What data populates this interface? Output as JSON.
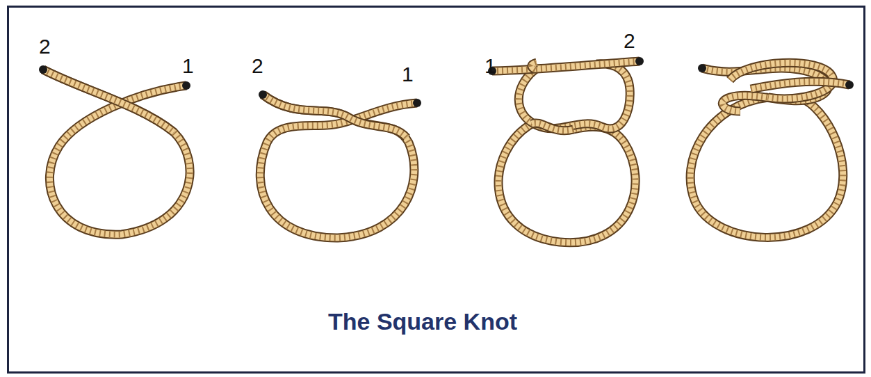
{
  "diagram": {
    "title": "The Square Knot",
    "labels": [
      "2",
      "1",
      "2",
      "1",
      "1",
      "2"
    ]
  }
}
